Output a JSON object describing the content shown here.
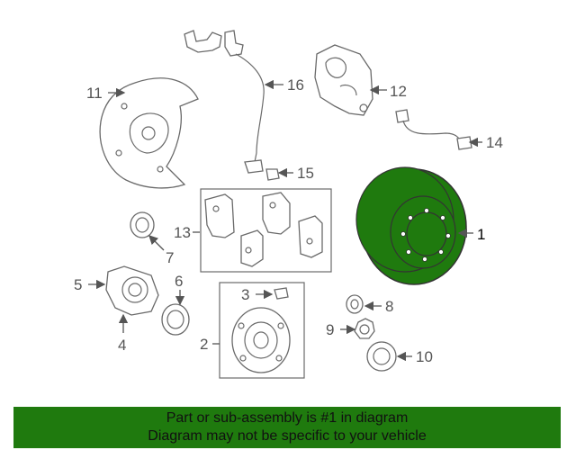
{
  "diagram": {
    "callouts": {
      "c1": "1",
      "c2": "2",
      "c3": "3",
      "c4": "4",
      "c5": "5",
      "c6": "6",
      "c7": "7",
      "c8": "8",
      "c9": "9",
      "c10": "10",
      "c11": "11",
      "c12": "12",
      "c13": "13",
      "c14": "14",
      "c15": "15",
      "c16": "16"
    },
    "highlight_color": "#1f7a0e"
  },
  "footer": {
    "line1": "Part or sub-assembly is #1 in diagram",
    "line2": "Diagram may not be specific to your vehicle",
    "background": "#1f7a0e"
  }
}
